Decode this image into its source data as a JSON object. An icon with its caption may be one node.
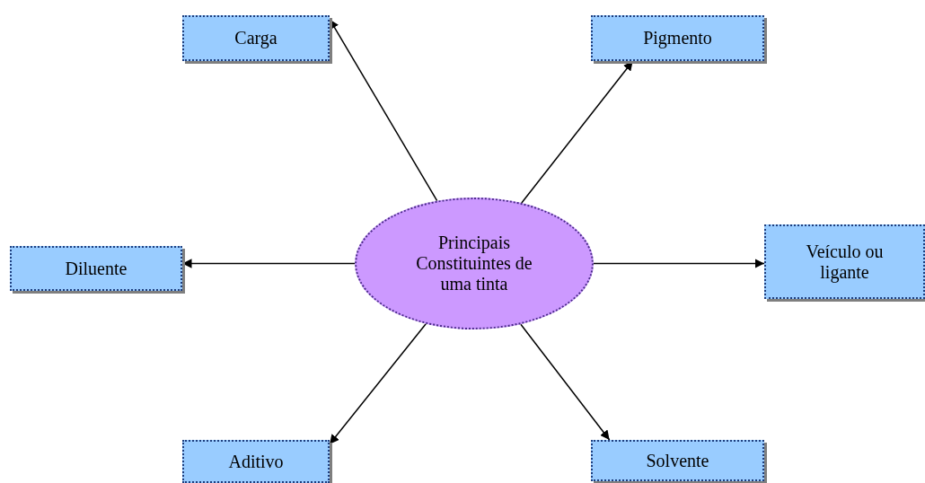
{
  "diagram": {
    "nodes": [
      {
        "text": [
          "Principais Constituintes de uma tinta"
        ]
      },
      {
        "text": [
          "Carga"
        ]
      },
      {
        "text": [
          "Pigmento"
        ]
      },
      {
        "text": [
          "Diluente"
        ]
      },
      {
        "text": [
          "Veículo ou ligante"
        ]
      },
      {
        "text": [
          "Aditivo"
        ]
      },
      {
        "text": [
          "Solvente"
        ]
      }
    ],
    "edges": [
      {
        "from": 0,
        "to": 1,
        "arrow": "to"
      },
      {
        "from": 0,
        "to": 2,
        "arrow": "to"
      },
      {
        "from": 0,
        "to": 3,
        "arrow": "to"
      },
      {
        "from": 0,
        "to": 4,
        "arrow": "to"
      },
      {
        "from": 0,
        "to": 5,
        "arrow": "to"
      },
      {
        "from": 0,
        "to": 6,
        "arrow": "to"
      }
    ]
  }
}
